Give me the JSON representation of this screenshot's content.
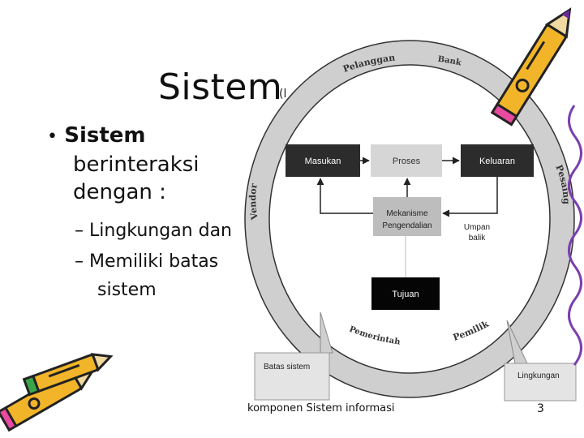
{
  "slide": {
    "title": "Sistem",
    "title_tail": "(l",
    "bullet_main": {
      "strong": "Sistem",
      "rest_line1": "berinteraksi",
      "rest_line2": "dengan :"
    },
    "sub_bullets": [
      "Lingkungan dan",
      "Memiliki batas",
      "sistem"
    ],
    "footer": "komponen Sistem informasi",
    "page_number": "3"
  },
  "diagram": {
    "ring_labels": [
      "Pelanggan",
      "Bank",
      "Vendor",
      "Pesaing",
      "Pemerintah",
      "Pemilik"
    ],
    "boxes": {
      "input": "Masukan",
      "process": "Proses",
      "output": "Keluaran",
      "control_line1": "Mekanisme",
      "control_line2": "Pengendalian",
      "goal": "Tujuan",
      "feedback_line1": "Umpan",
      "feedback_line2": "balik"
    },
    "callouts": {
      "boundary": "Batas sistem",
      "environment": "Lingkungan"
    }
  }
}
